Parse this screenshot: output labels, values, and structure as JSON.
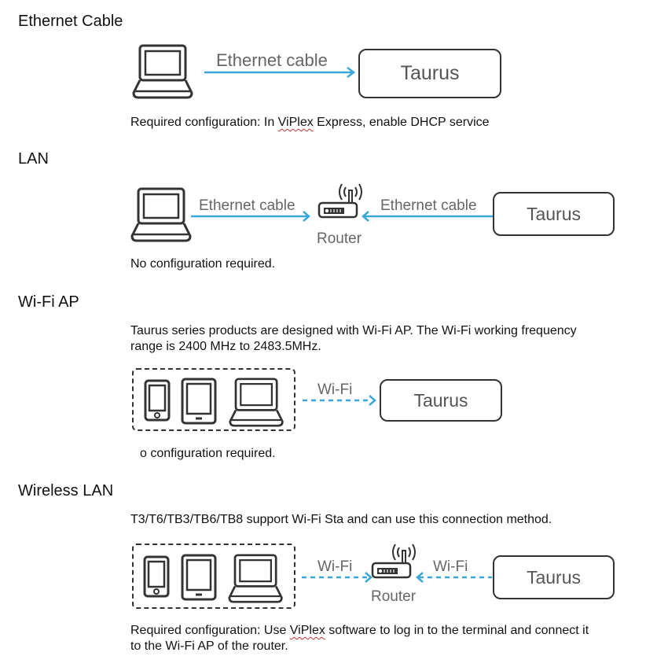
{
  "sections": [
    {
      "title": "Ethernet Cable",
      "cable_label": "Ethernet cable",
      "device": "Taurus",
      "note_prefix": "Required configuration: In ",
      "note_link": "ViPlex",
      "note_suffix": " Express, enable DHCP service"
    },
    {
      "title": "LAN",
      "left_cable_label": "Ethernet cable",
      "right_cable_label": "Ethernet cable",
      "router_label": "Router",
      "device": "Taurus",
      "note": "No configuration required."
    },
    {
      "title": "Wi-Fi AP",
      "description_line1": "Taurus series products are designed with Wi-Fi AP. The Wi-Fi working frequency",
      "description_line2": "range is 2400 MHz to 2483.5MHz.",
      "link_label": "Wi-Fi",
      "device": "Taurus",
      "note": "o configuration required."
    },
    {
      "title": "Wireless LAN",
      "description": "T3/T6/TB3/TB6/TB8 support Wi-Fi Sta and can use this connection method.",
      "left_link_label": "Wi-Fi",
      "right_link_label": "Wi-Fi",
      "router_label": "Router",
      "device": "Taurus",
      "note_prefix": "Required configuration: Use ",
      "note_link": "ViPlex",
      "note_suffix": " software to log in to the terminal and connect it",
      "note_line2": "to the Wi-Fi AP of the router."
    }
  ],
  "colors": {
    "accent": "#3aa6dc",
    "outline": "#333333",
    "label": "#666666"
  }
}
